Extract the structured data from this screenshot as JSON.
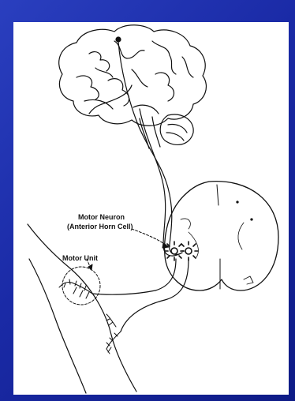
{
  "diagram": {
    "labels": {
      "motor_neuron": "Motor Neuron",
      "anterior_horn_cell": "(Anterior Horn Cell)",
      "motor_unit": "Motor Unit"
    }
  },
  "colors": {
    "background_blue": "#1a2aa6",
    "panel": "#ffffff",
    "ink": "#111111"
  }
}
